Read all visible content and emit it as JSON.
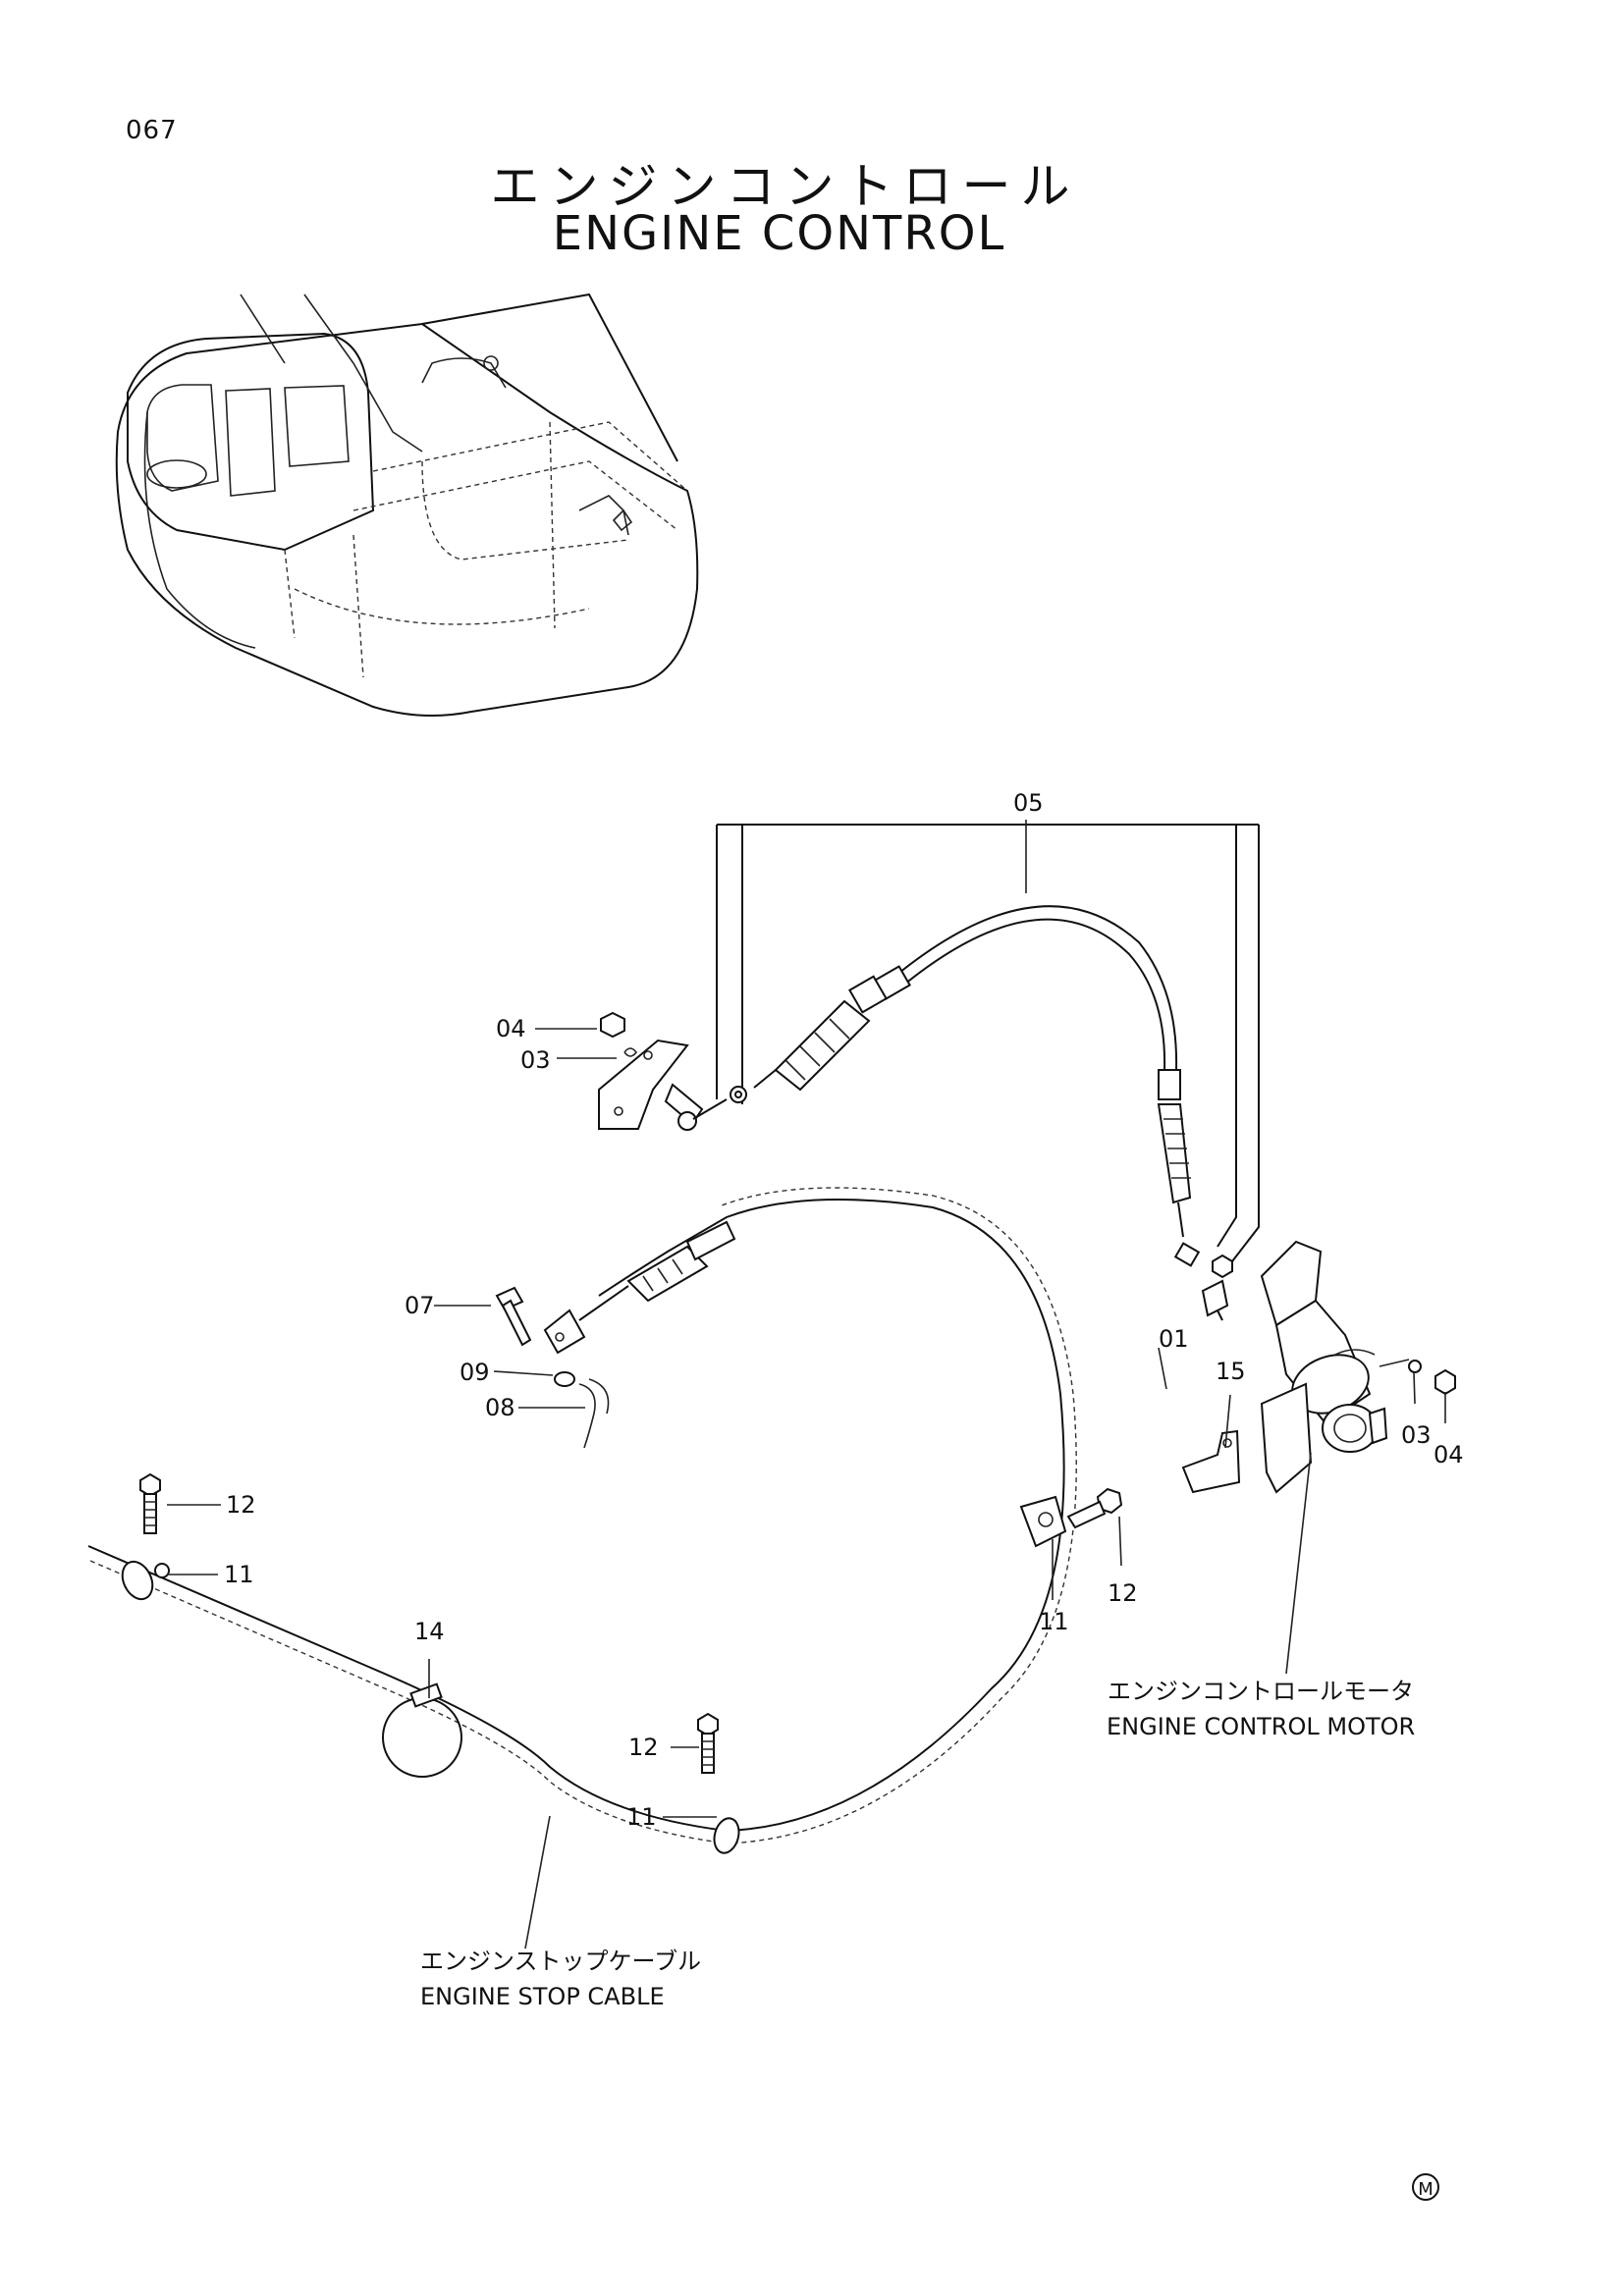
{
  "page_number": "067",
  "title": {
    "jp": "エンジンコントロール",
    "en": "ENGINE CONTROL"
  },
  "callouts": {
    "c01": "01",
    "c03a": "03",
    "c03b": "03",
    "c04a": "04",
    "c04b": "04",
    "c05": "05",
    "c07": "07",
    "c08": "08",
    "c09": "09",
    "c11a": "11",
    "c11b": "11",
    "c11c": "11",
    "c12a": "12",
    "c12b": "12",
    "c12c": "12",
    "c14": "14",
    "c15": "15"
  },
  "captions": {
    "motor": {
      "jp": "エンジンコントロールモータ",
      "en": "ENGINE CONTROL MOTOR"
    },
    "stop_cable": {
      "jp": "エンジンストップケーブル",
      "en": "ENGINE STOP CABLE"
    }
  },
  "mark": "M"
}
